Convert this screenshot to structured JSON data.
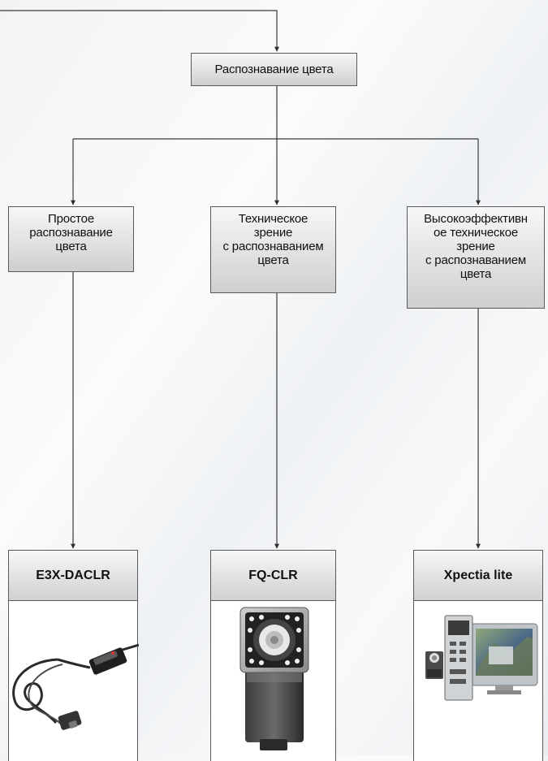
{
  "diagram": {
    "top_node": "Распознавание цвета",
    "branches": [
      {
        "label": "Простое\nраспознавание\nцвета",
        "product": "E3X-DACLR",
        "product_image": "fiber-amplifier-sensor"
      },
      {
        "label": "Техническое\nзрение\nс распознаванием\nцвета",
        "product": "FQ-CLR",
        "product_image": "smart-camera"
      },
      {
        "label": "Высокоэффективн\nое техническое\nзрение\nс распознаванием\nцвета",
        "product": "Xpectia lite",
        "product_image": "vision-system-with-monitor"
      }
    ],
    "colors": {
      "line": "#3a3a3a",
      "box_border": "#5a5a5a",
      "box_fill_top": "#f7f7f7",
      "box_fill_bottom": "#cfcfcf"
    }
  }
}
